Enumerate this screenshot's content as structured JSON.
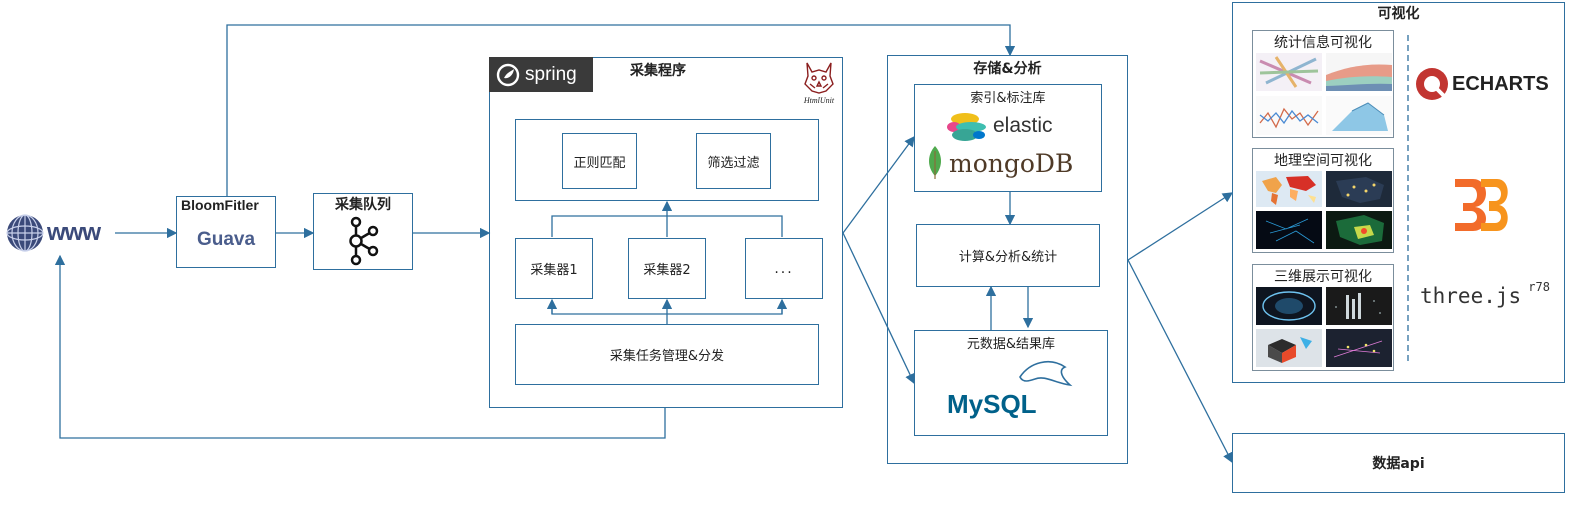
{
  "www": {
    "label": "www"
  },
  "bloomfilter": {
    "title": "BloomFitler",
    "lib": "Guava"
  },
  "queue": {
    "title": "采集队列"
  },
  "collector": {
    "title": "采集程序",
    "spring": "spring",
    "htmlunit": "HtmlUnit",
    "regex": "正则匹配",
    "filter": "筛选过滤",
    "crawler1": "采集器1",
    "crawler2": "采集器2",
    "crawler_more": "...",
    "task_mgmt": "采集任务管理&分发"
  },
  "storage": {
    "title": "存储&分析",
    "index_lib": "索引&标注库",
    "elastic": "elastic",
    "mongodb": "mongoDB",
    "compute": "计算&分析&统计",
    "meta_lib": "元数据&结果库",
    "mysql": "MySQL"
  },
  "visualization": {
    "title": "可视化",
    "stats": "统计信息可视化",
    "geo": "地理空间可视化",
    "threed": "三维展示可视化",
    "echarts": "ECHARTS",
    "d3": "D3",
    "threejs": "three.js",
    "threejs_version": "r78"
  },
  "api": {
    "title": "数据api"
  },
  "colors": {
    "line": "#2e6f9e",
    "box_border": "#2e6f9e",
    "spring_bg": "#3a3a3a",
    "echarts_red": "#c23531",
    "d3_orange": "#f7941d"
  }
}
